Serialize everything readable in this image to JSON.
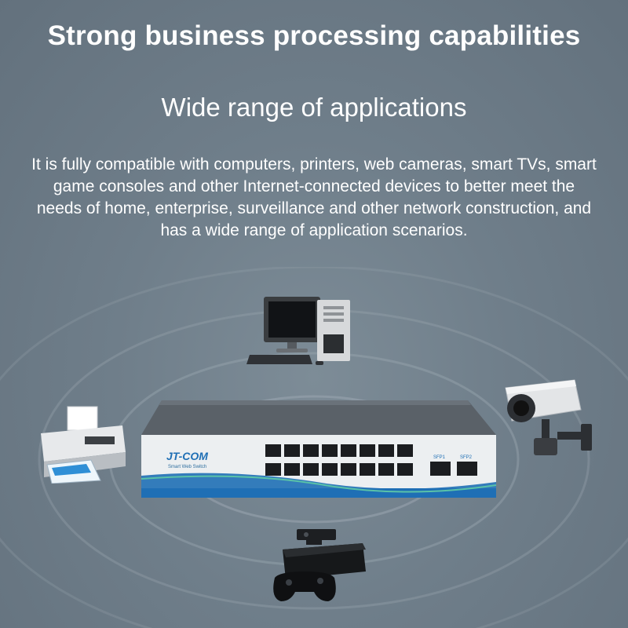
{
  "headline": "Strong business processing capabilities",
  "subhead": "Wide range of applications",
  "description": "It is fully compatible with computers, printers, web cameras, smart TVs, smart game consoles and other Internet-connected devices to better meet the needs of home, enterprise, surveillance and other network construction, and has a wide range of application scenarios.",
  "switch": {
    "brand": "JT-COM",
    "model": "Smart Web Switch",
    "sfp1": "SFP1",
    "sfp2": "SFP2"
  },
  "icons": [
    "desktop-computer-icon",
    "printer-icon",
    "security-camera-icon",
    "game-console-icon",
    "network-switch-icon"
  ],
  "colors": {
    "background": "#6f7e8a",
    "text": "#ffffff",
    "brand_blue": "#1f6fb5",
    "switch_body": "#5d646b"
  }
}
